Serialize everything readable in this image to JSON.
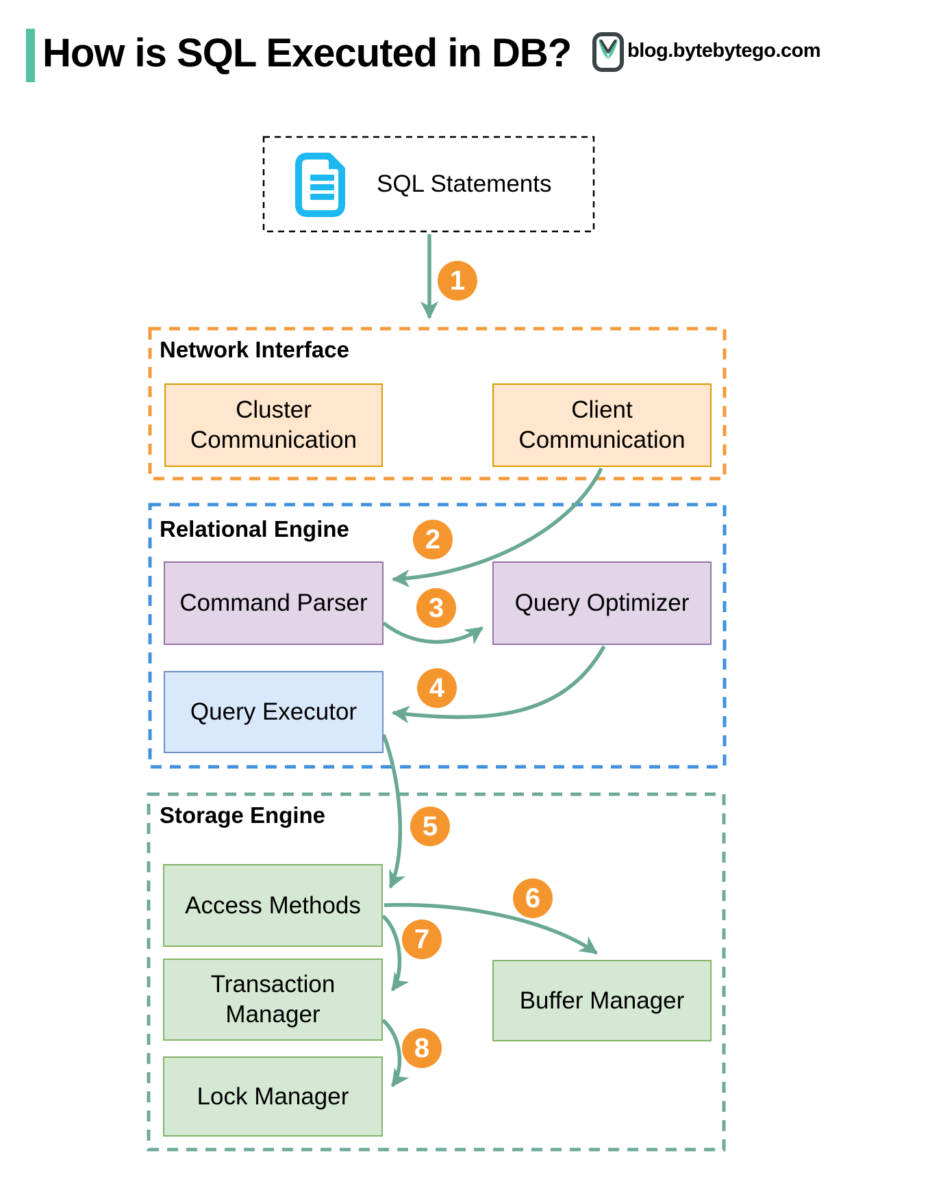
{
  "header": {
    "title": "How is SQL Executed in DB?",
    "brand": "blog.bytebytego.com"
  },
  "sql_source": {
    "label": "SQL Statements",
    "icon": "document-icon"
  },
  "sections": {
    "network_interface": {
      "title": "Network Interface",
      "cluster_box": "Cluster\nCommunication",
      "client_box": "Client\nCommunication"
    },
    "relational_engine": {
      "title": "Relational Engine",
      "command_parser": "Command Parser",
      "query_optimizer": "Query Optimizer",
      "query_executor": "Query Executor"
    },
    "storage_engine": {
      "title": "Storage Engine",
      "access_methods": "Access Methods",
      "transaction_manager": "Transaction\nManager",
      "buffer_manager": "Buffer Manager",
      "lock_manager": "Lock Manager"
    }
  },
  "steps": [
    "1",
    "2",
    "3",
    "4",
    "5",
    "6",
    "7",
    "8"
  ],
  "colors": {
    "accent": "#53C0A2",
    "arrow": "#69A893",
    "badge": "#F5952D",
    "network_dash": "#F59B3C",
    "network_box_fill": "#FFE6CC",
    "network_box_border": "#D79B00",
    "relational_dash": "#4191DF",
    "purple_fill": "#E1D5E7",
    "purple_border": "#9673A6",
    "executor_fill": "#DAE8FC",
    "executor_border": "#6C8EBF",
    "storage_dash": "#6FA99C",
    "green_fill": "#D5E8D4",
    "green_border": "#82B366",
    "source_dash": "#000000",
    "document_icon": "#1EB8F0",
    "text": "#000000"
  }
}
